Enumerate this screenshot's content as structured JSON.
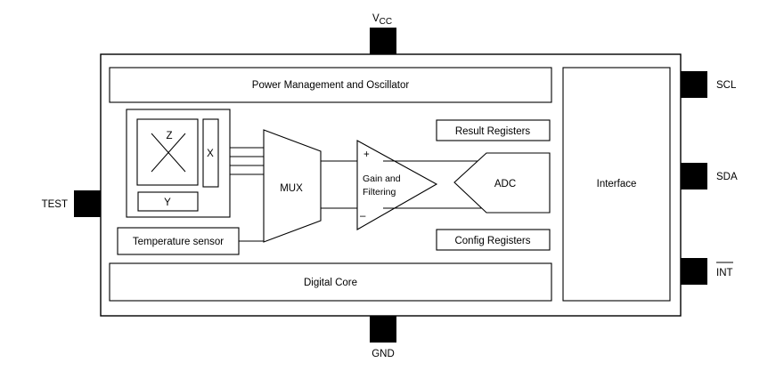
{
  "pins": {
    "vcc": {
      "main": "V",
      "sub": "CC"
    },
    "gnd": "GND",
    "test": "TEST",
    "scl": "SCL",
    "sda": "SDA",
    "int": "INT"
  },
  "blocks": {
    "power": "Power Management and Oscillator",
    "digital_core": "Digital Core",
    "interface": "Interface",
    "result_registers": "Result Registers",
    "config_registers": "Config Registers",
    "temperature_sensor": "Temperature sensor",
    "mux": "MUX",
    "adc": "ADC",
    "amp": {
      "line1": "Gain and",
      "line2": "Filtering",
      "plus": "+",
      "minus": "–"
    },
    "sensor": {
      "z": "Z",
      "x": "X",
      "y": "Y"
    }
  }
}
